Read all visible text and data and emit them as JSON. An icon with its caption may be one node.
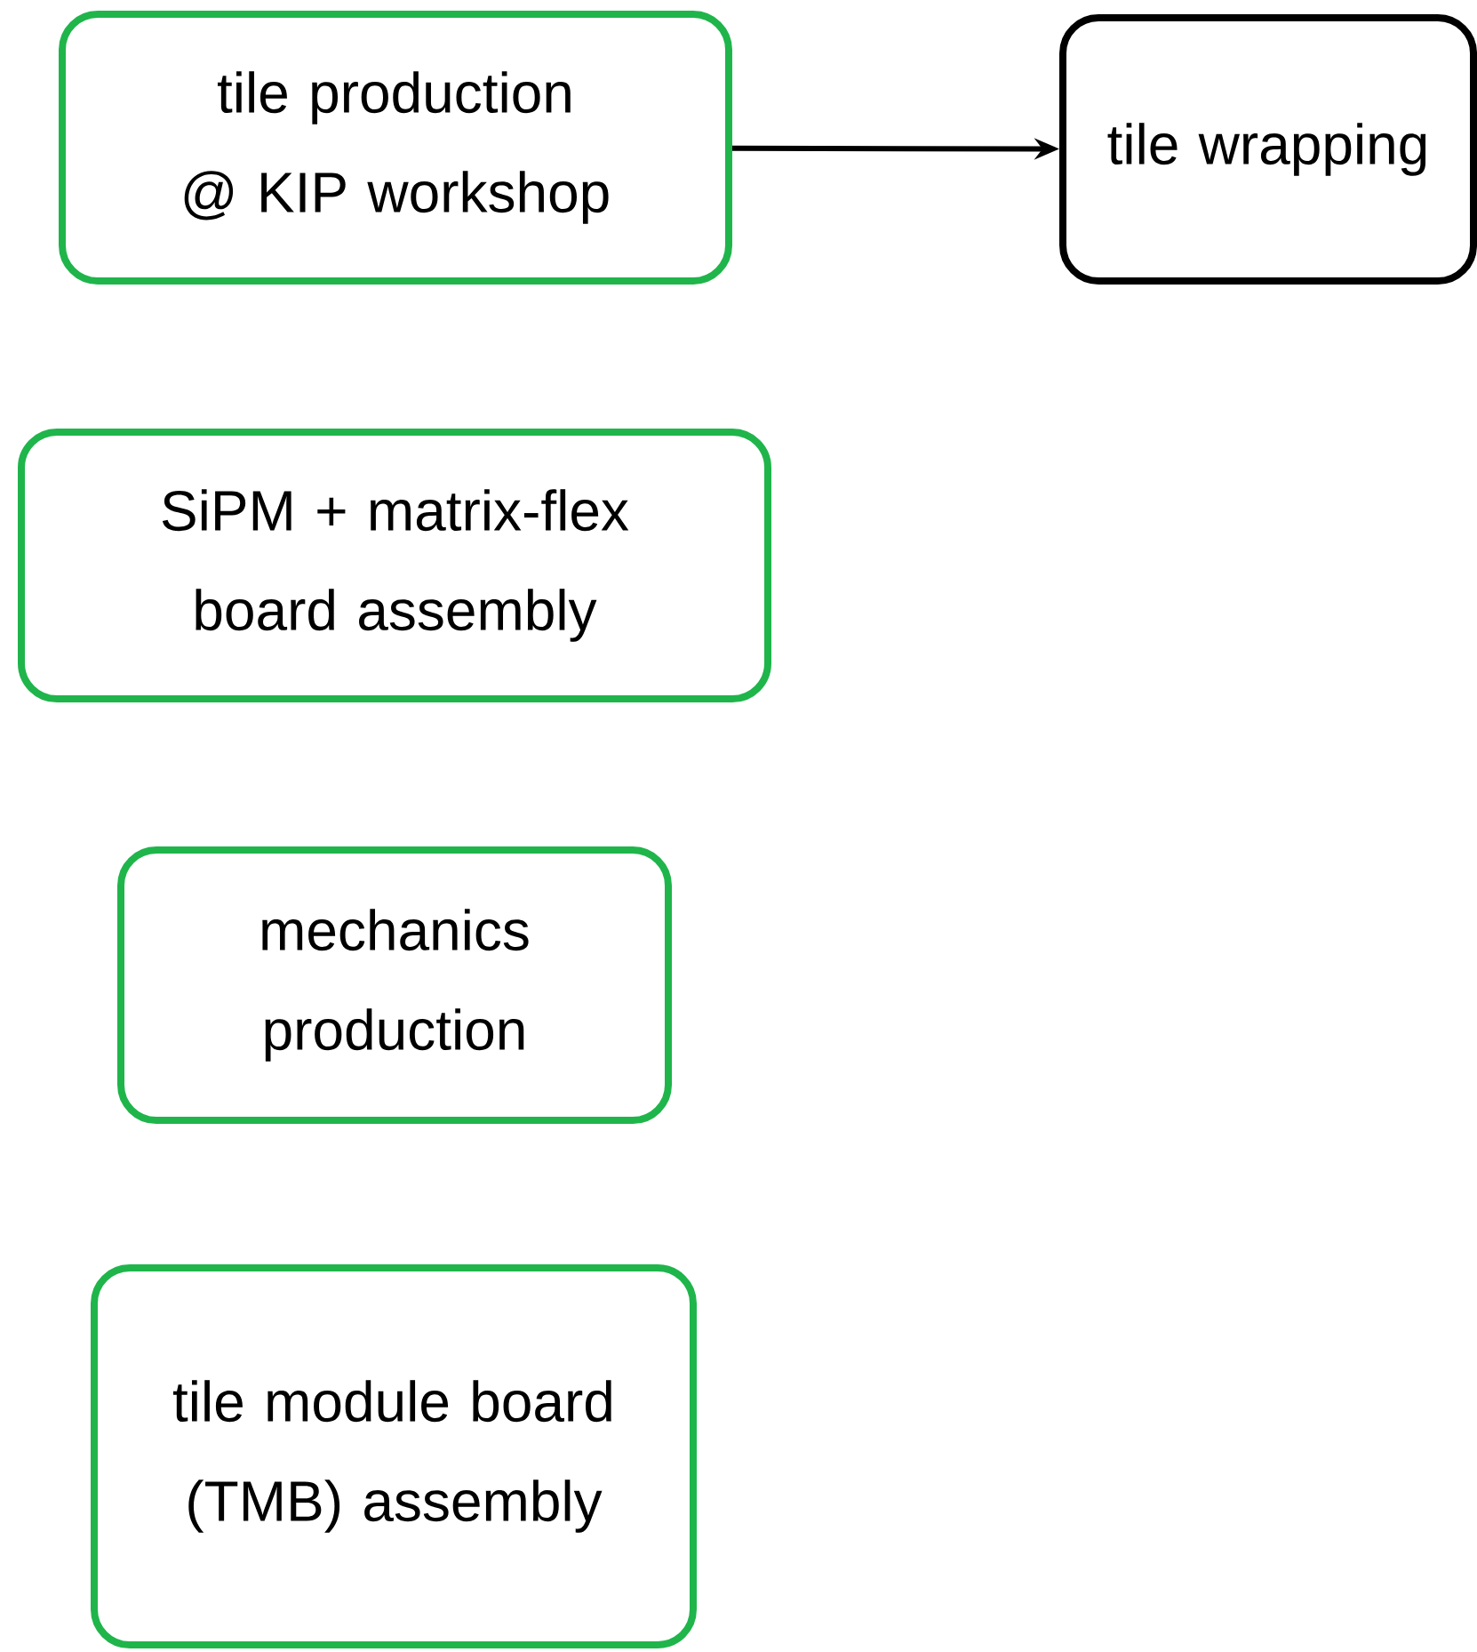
{
  "diagram": {
    "nodes": [
      {
        "text": [
          "tile production @ KIP workshop"
        ]
      },
      {
        "text": [
          "tile wrapping"
        ]
      },
      {
        "text": [
          "SiPM + matrix-flex board assembly"
        ]
      },
      {
        "text": [
          "mechanics production"
        ]
      },
      {
        "text": [
          "tile module board (TMB) assembly"
        ]
      }
    ],
    "edges": [
      {
        "from": 0,
        "to": 1,
        "arrow": "to"
      }
    ]
  }
}
